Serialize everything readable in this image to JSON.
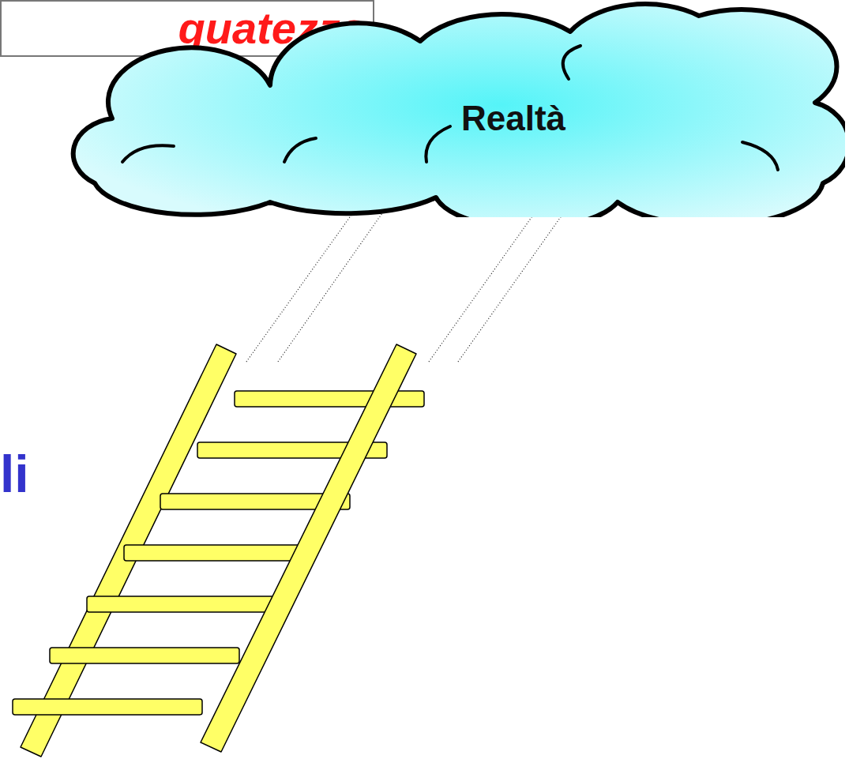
{
  "diagram": {
    "title": "guatezza",
    "nodes": [
      {
        "text": [
          "Realtà"
        ]
      }
    ],
    "labels": [
      "li"
    ]
  }
}
